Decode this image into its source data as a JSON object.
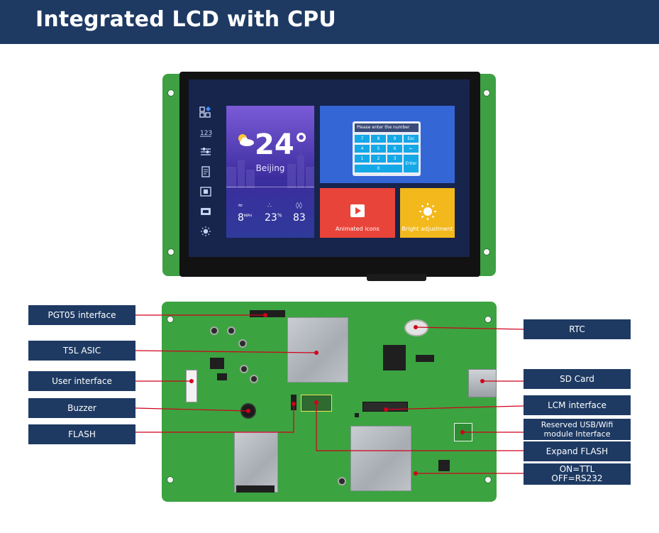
{
  "header": {
    "title": "Integrated LCD with CPU"
  },
  "screen": {
    "weather": {
      "temperature": "24°",
      "city": "Beijing",
      "stats": [
        {
          "value": "8",
          "unit": "MPH"
        },
        {
          "value": "23",
          "unit": "%"
        },
        {
          "value": "83",
          "unit": ""
        }
      ]
    },
    "keypad": {
      "prompt": "Please enter the number",
      "keys": [
        "7",
        "8",
        "9",
        "Esc",
        "4",
        "5",
        "6",
        "←",
        "1",
        "2",
        "3",
        "0",
        "Enter"
      ]
    },
    "tiles": {
      "animated": "Animated icons",
      "bright": "Bright adjustment"
    },
    "nav_icons": [
      "grid-icon",
      "numbers-icon",
      "sliders-icon",
      "document-icon",
      "film-icon",
      "chip-icon",
      "sun-icon"
    ]
  },
  "callouts": {
    "left": [
      "PGT05 interface",
      "T5L ASIC",
      "User interface",
      "Buzzer",
      "FLASH"
    ],
    "right": [
      "RTC",
      "SD Card",
      "LCM interface",
      "Reserved USB/Wifi module Interface",
      "Expand FLASH",
      "ON=TTL OFF=RS232"
    ]
  },
  "colors": {
    "header_bg": "#1e3a63",
    "callout_bg": "#1e3a63",
    "pcb_green": "#3ca341",
    "leader_line": "#d0021b"
  }
}
